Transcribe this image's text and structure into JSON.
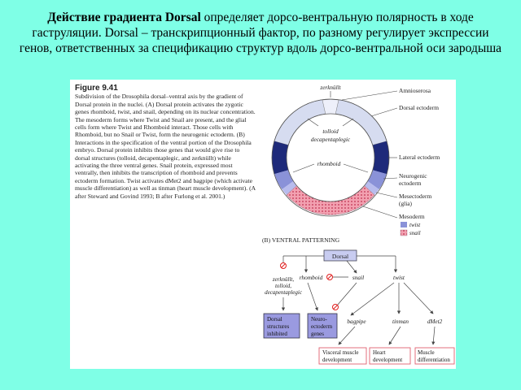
{
  "slide": {
    "title_bold": "Действие градиента Dorsal",
    "title_rest": " определяет дорсо-вентральную полярность в ходе гаструляции. Dorsal – транскрипционный фактор, по разному регулирует экспрессии генов, ответственных за спецификацию структур вдоль дорсо-вентральной оси зародыша"
  },
  "figure": {
    "label": "Figure 9.41",
    "caption": "Subdivision of the Drosophila dorsal–ventral axis by the gradient of Dorsal protein in the nuclei. (A) Dorsal protein activates the zygotic genes rhomboid, twist, and snail, depending on its nuclear concentration. The mesoderm forms where Twist and Snail are present, and the glial cells form where Twist and Rhomboid interact. Those cells with Rhomboid, but no Snail or Twist, form the neurogenic ectoderm. (B) Interactions in the specification of the ventral portion of the Drosophila embryo. Dorsal protein inhibits those genes that would give rise to dorsal structures (tolloid, decapentaplegic, and zerknüllt) while activating the three ventral genes. Snail protein, expressed most ventrally, then inhibits the transcription of rhomboid and prevents ectoderm formation. Twist activates dMet2 and bagpipe (which activate muscle differentiation) as well as tinman (heart muscle development). (A after Steward and Govind 1993; B after Furlong et al. 2001.)",
    "panel_a": {
      "top_gene": "zerknüllt",
      "inner_gene_1": "tolloid",
      "inner_gene_2": "decapentaplegic",
      "inner_gene_3": "rhomboid",
      "labels": {
        "amnioserosa": "Amnioserosa",
        "dorsal_ectoderm": "Dorsal ectoderm",
        "lateral_ectoderm": "Lateral ectoderm",
        "neurogenic_1": "Neurogenic",
        "neurogenic_2": "ectoderm",
        "mesectoderm_1": "Mesectoderm",
        "mesectoderm_2": "(glia)",
        "mesoderm": "Mesoderm",
        "legend_twist": "twist",
        "legend_snail": "snail"
      }
    },
    "panel_b": {
      "header": "(B) VENTRAL PATTERNING",
      "dorsal": "Dorsal",
      "rhomboid": "rhomboid",
      "snail": "snail",
      "twist": "twist",
      "dorsal_genes_1": "zerknüllt,",
      "dorsal_genes_2": "tolloid,",
      "dorsal_genes_3": "decapentaplegic",
      "dorsal_box_1": "Dorsal",
      "dorsal_box_2": "structures",
      "dorsal_box_3": "inhibited",
      "neuro_box_1": "Neuro-",
      "neuro_box_2": "ectoderm",
      "neuro_box_3": "genes",
      "bagpipe": "bagpipe",
      "tinman": "tinman",
      "dmet2": "dMet2",
      "visceral_1": "Visceral muscle",
      "visceral_2": "development",
      "heart_1": "Heart",
      "heart_2": "development",
      "muscle_1": "Muscle",
      "muscle_2": "differentiation"
    }
  },
  "colors": {
    "background": "#7fffe6",
    "dorsal_ectoderm": "#d6dcf0",
    "lateral_ectoderm": "#1e2a7a",
    "neurogenic": "#8a92d8",
    "mesoderm": "#f2a0b0",
    "box_purple": "#9a9ae0",
    "box_pink_border": "#e06070",
    "inhibit_red": "#e02020"
  }
}
